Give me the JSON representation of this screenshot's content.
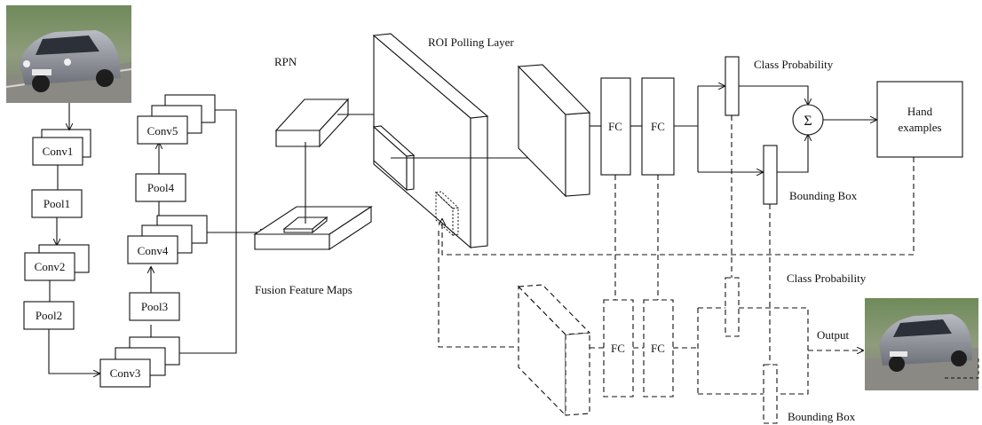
{
  "backbone": {
    "conv1": "Conv1",
    "pool1": "Pool1",
    "conv2": "Conv2",
    "pool2": "Pool2",
    "conv3": "Conv3",
    "pool3": "Pool3",
    "conv4": "Conv4",
    "pool4": "Pool4",
    "conv5": "Conv5"
  },
  "rpn_label": "RPN",
  "fusion_label": "Fusion Feature Maps",
  "roi_label": "ROI Polling Layer",
  "head": {
    "fc1": "FC",
    "fc2": "FC",
    "class_prob": "Class Probability",
    "bbox": "Bounding Box",
    "sum_symbol": "Σ",
    "hand_line1": "Hand",
    "hand_line2": "examples"
  },
  "lower": {
    "fc1": "FC",
    "fc2": "FC",
    "class_prob": "Class Probability",
    "bbox": "Bounding Box",
    "output": "Output"
  },
  "colors": {
    "stroke": "#111111",
    "background": "#ffffff"
  }
}
